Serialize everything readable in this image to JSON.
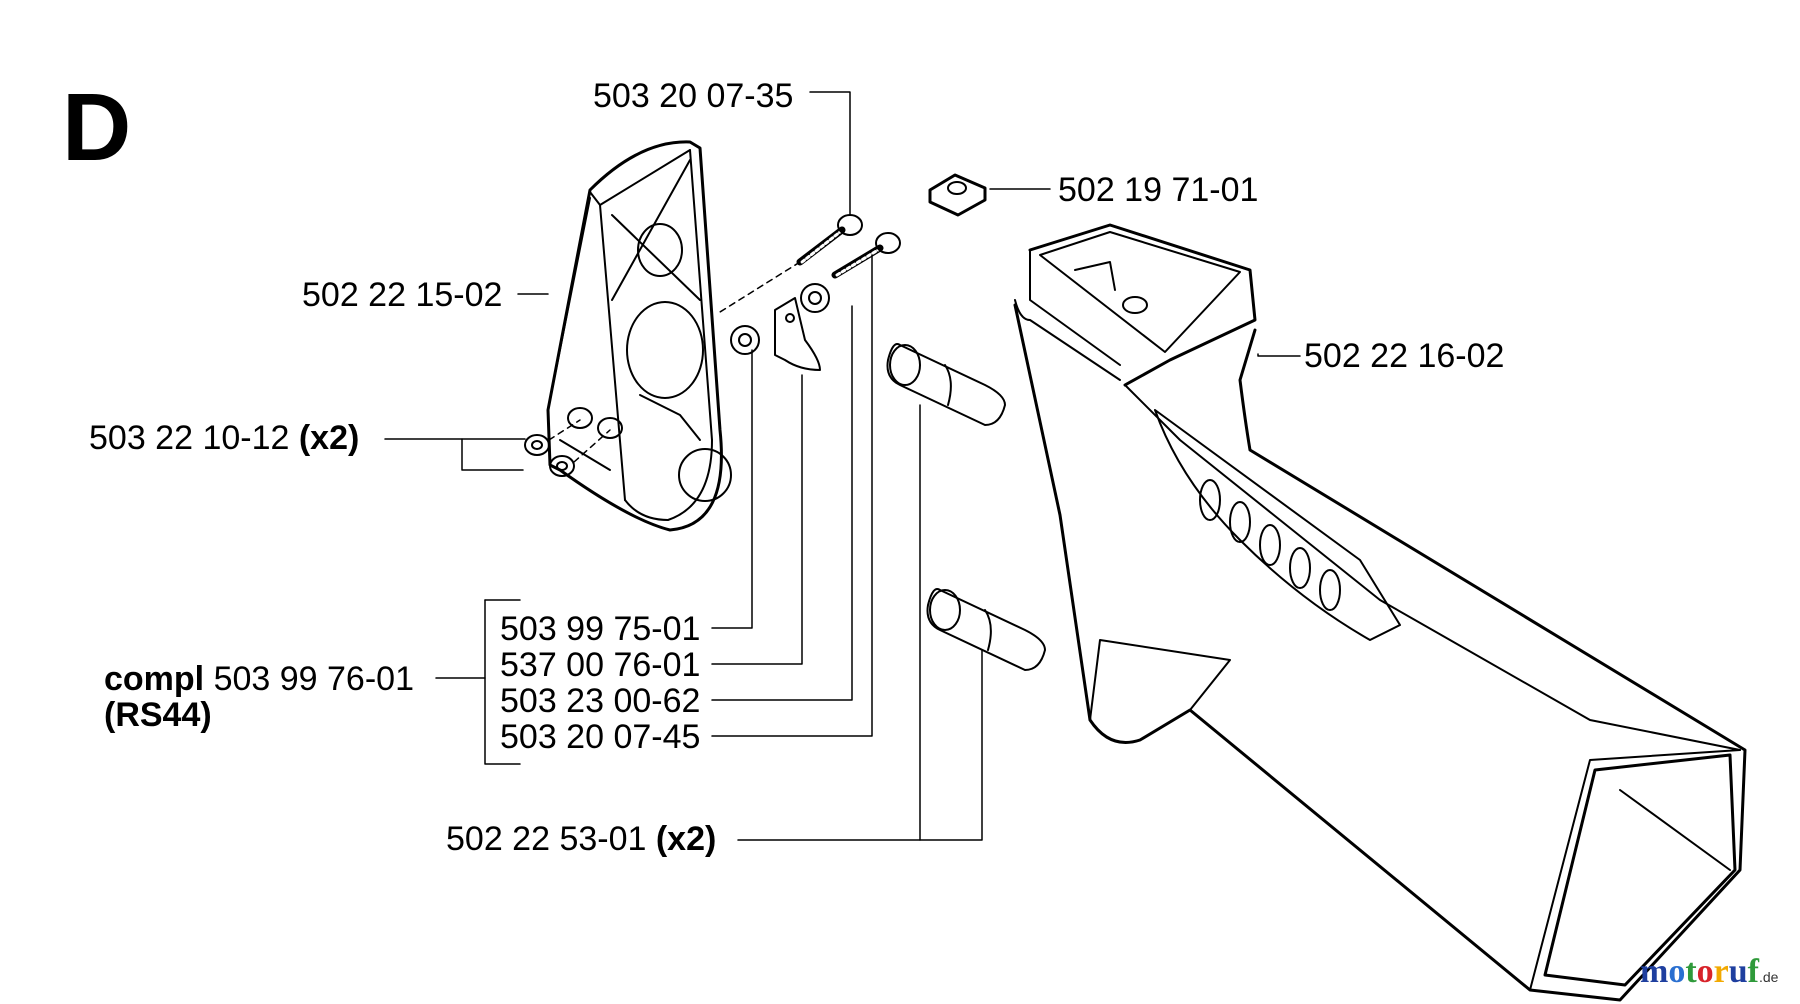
{
  "section_letter": "D",
  "labels": {
    "top_bolt": "503 20 07-35",
    "nut_square": "502 19 71-01",
    "cover": "502 22 15-02",
    "housing": "502 22 16-02",
    "nuts_number": "503 22 10-12",
    "nuts_qty": "(x2)",
    "kit_item_1": "503 99 75-01",
    "kit_item_2": "537 00 76-01",
    "kit_item_3": "503 23 00-62",
    "kit_item_4": "503 20 07-45",
    "compl_word": "compl",
    "compl_number": "503 99 76-01",
    "compl_model": "(RS44)",
    "rubber_number": "502 22 53-01",
    "rubber_qty": "(x2)"
  },
  "watermark": {
    "text": "motoruf",
    "tld": ".de",
    "colors": [
      "#1f3f9f",
      "#2a6fd0",
      "#2f9a3a",
      "#d8232a",
      "#f2a900",
      "#1f3f9f",
      "#2f9a3a"
    ]
  },
  "colors": {
    "line": "#000000",
    "background": "#ffffff"
  }
}
